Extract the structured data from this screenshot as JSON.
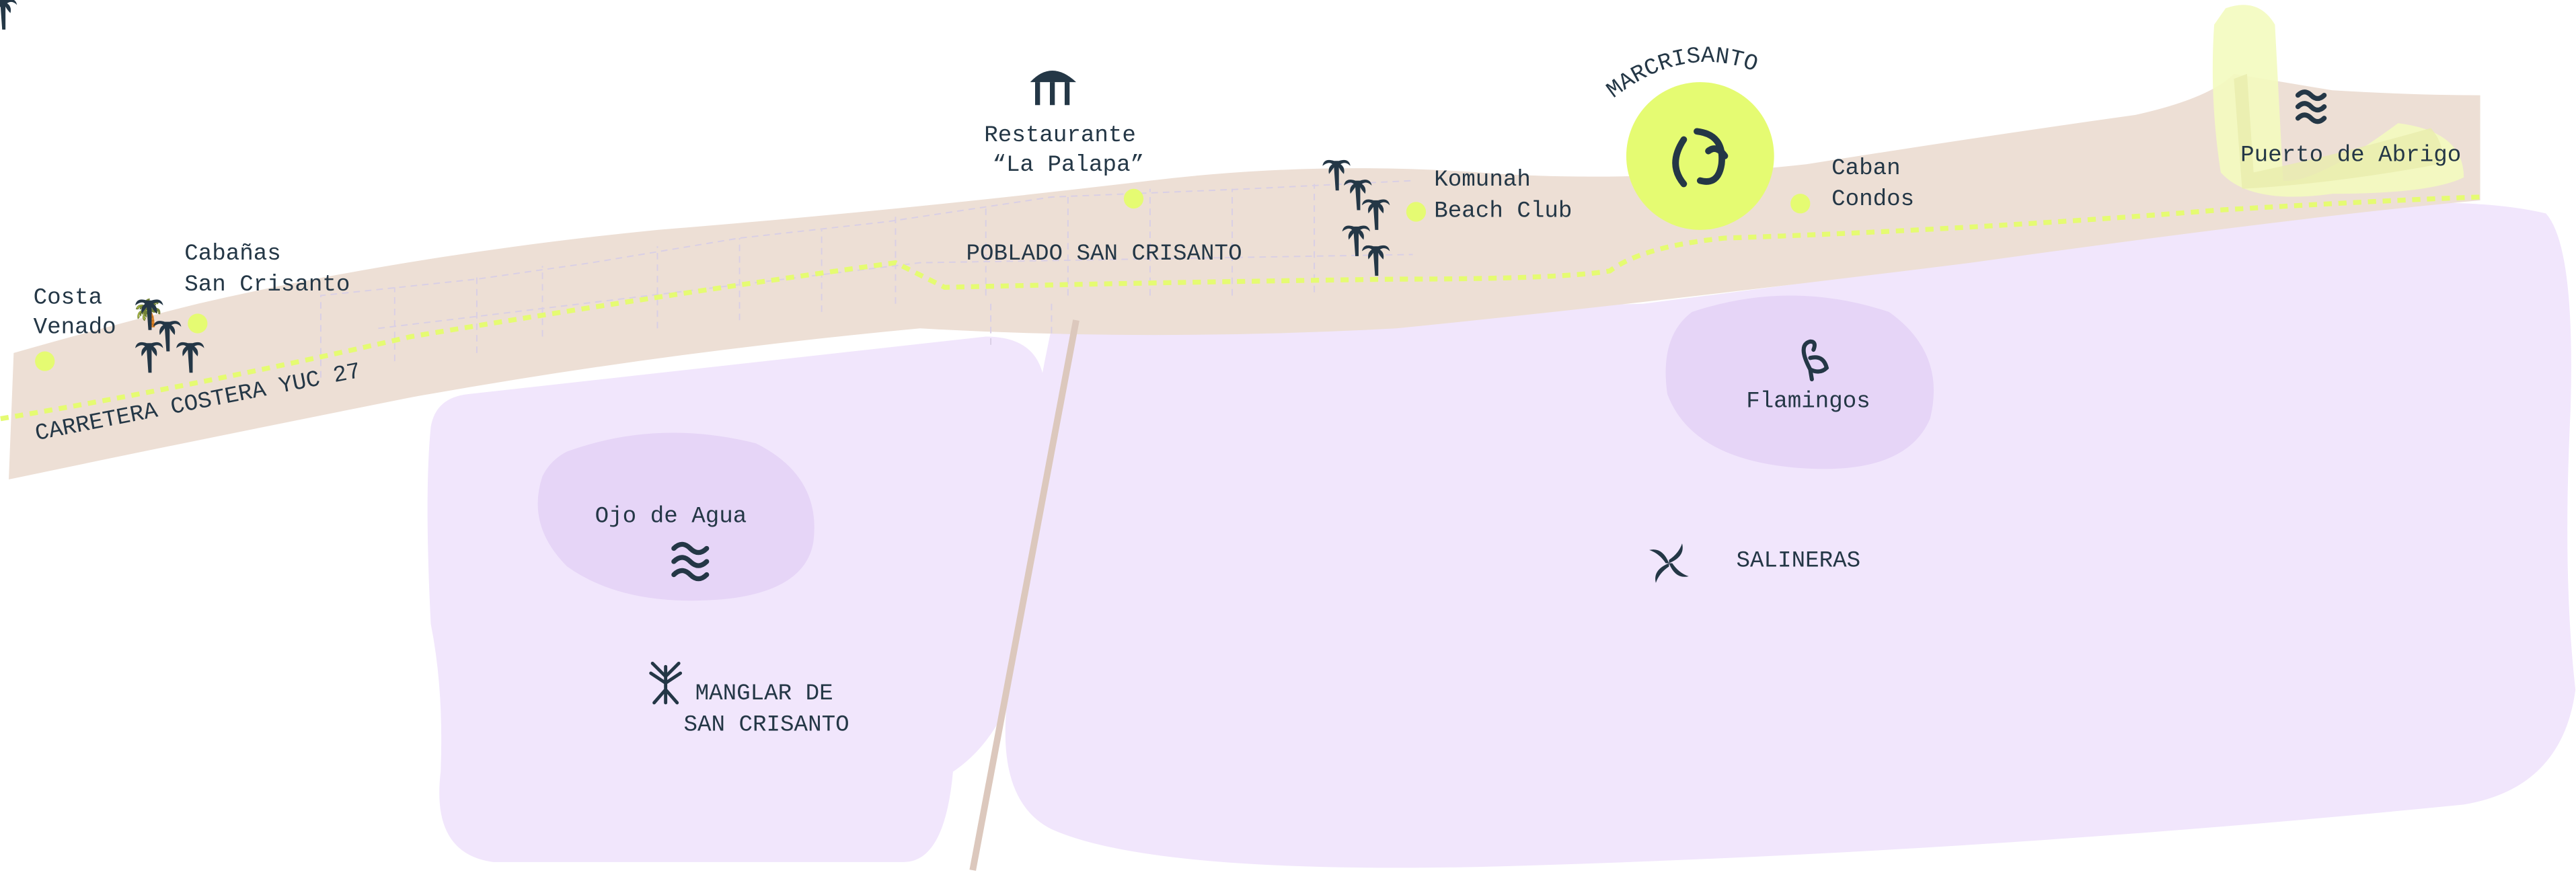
{
  "colors": {
    "land": "#eddfd5",
    "lagoon": "#f1e6fc",
    "lagoon_dark": "#e6d5f7",
    "accent": "#e5fb72",
    "ink": "#243746"
  },
  "places": {
    "costa_venado": [
      "Costa",
      "Venado"
    ],
    "cabanas": [
      "Cabañas",
      "San Crisanto"
    ],
    "road": "CARRETERA COSTERA YUC 27",
    "restaurante": [
      "Restaurante",
      "“La Palapa”"
    ],
    "poblado": "POBLADO SAN CRISANTO",
    "komunah": [
      "Komunah",
      "Beach Club"
    ],
    "marcrisanto": "MARCRISANTO",
    "caban_condos": [
      "Caban",
      "Condos"
    ],
    "puerto": "Puerto de Abrigo",
    "flamingos": "Flamingos",
    "ojo_de_agua": "Ojo de Agua",
    "salineras": "SALINERAS",
    "manglar": [
      "MANGLAR DE",
      "SAN CRISANTO"
    ]
  }
}
